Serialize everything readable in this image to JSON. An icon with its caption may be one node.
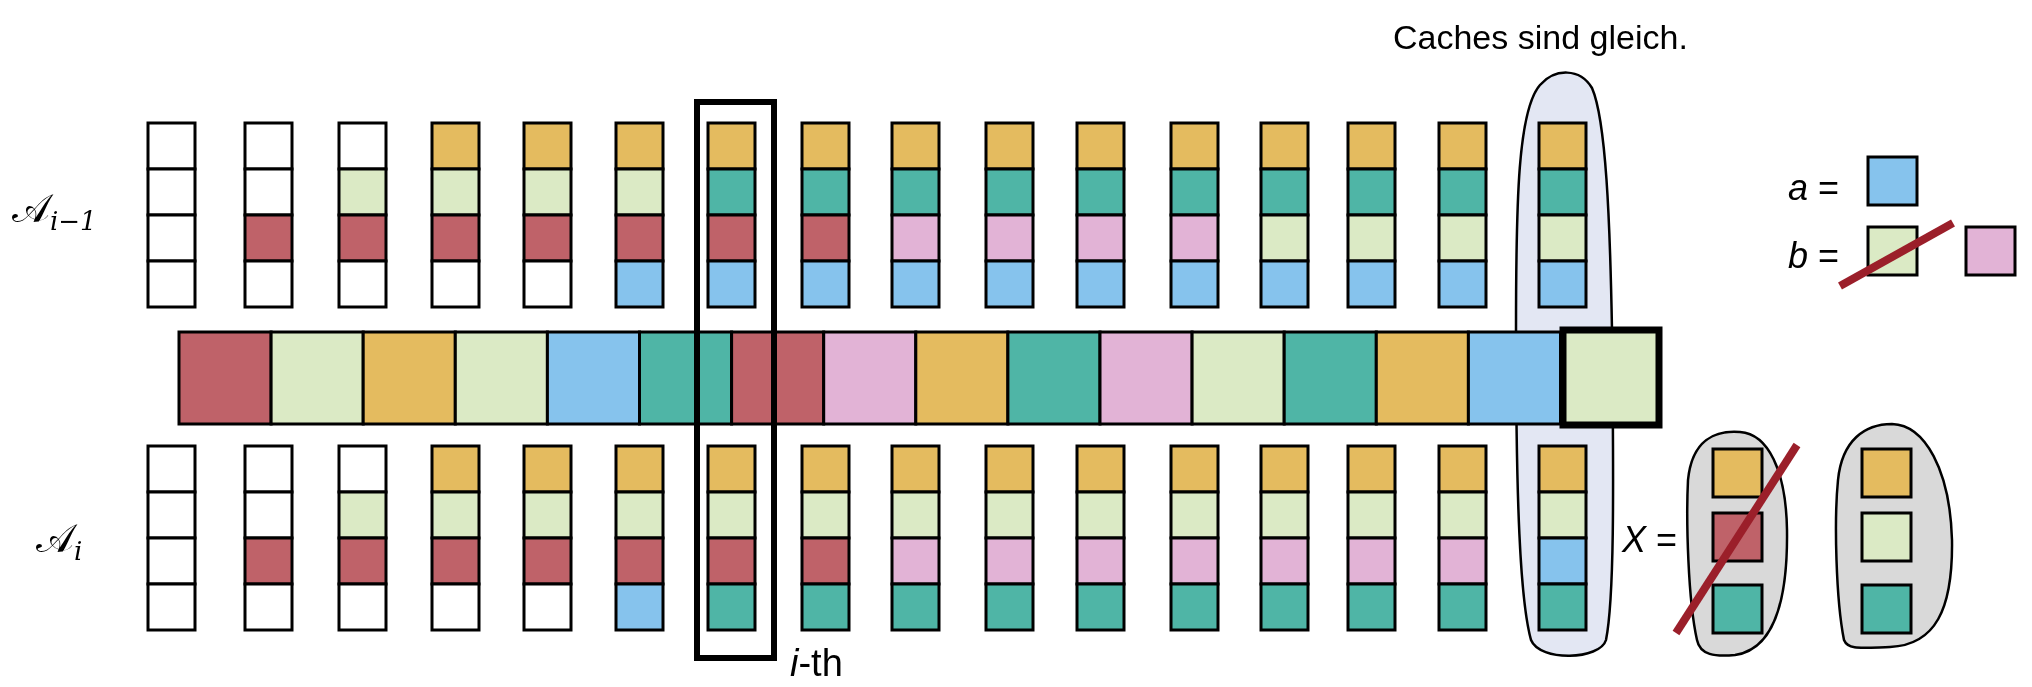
{
  "diagram": {
    "labels": [
      "Caches sind gleich.",
      "𝒜$_{i−1}$",
      "*a* =",
      "*b* =",
      "𝒜$_{i}$",
      "*X* =",
      "*i*-th"
    ]
  }
}
